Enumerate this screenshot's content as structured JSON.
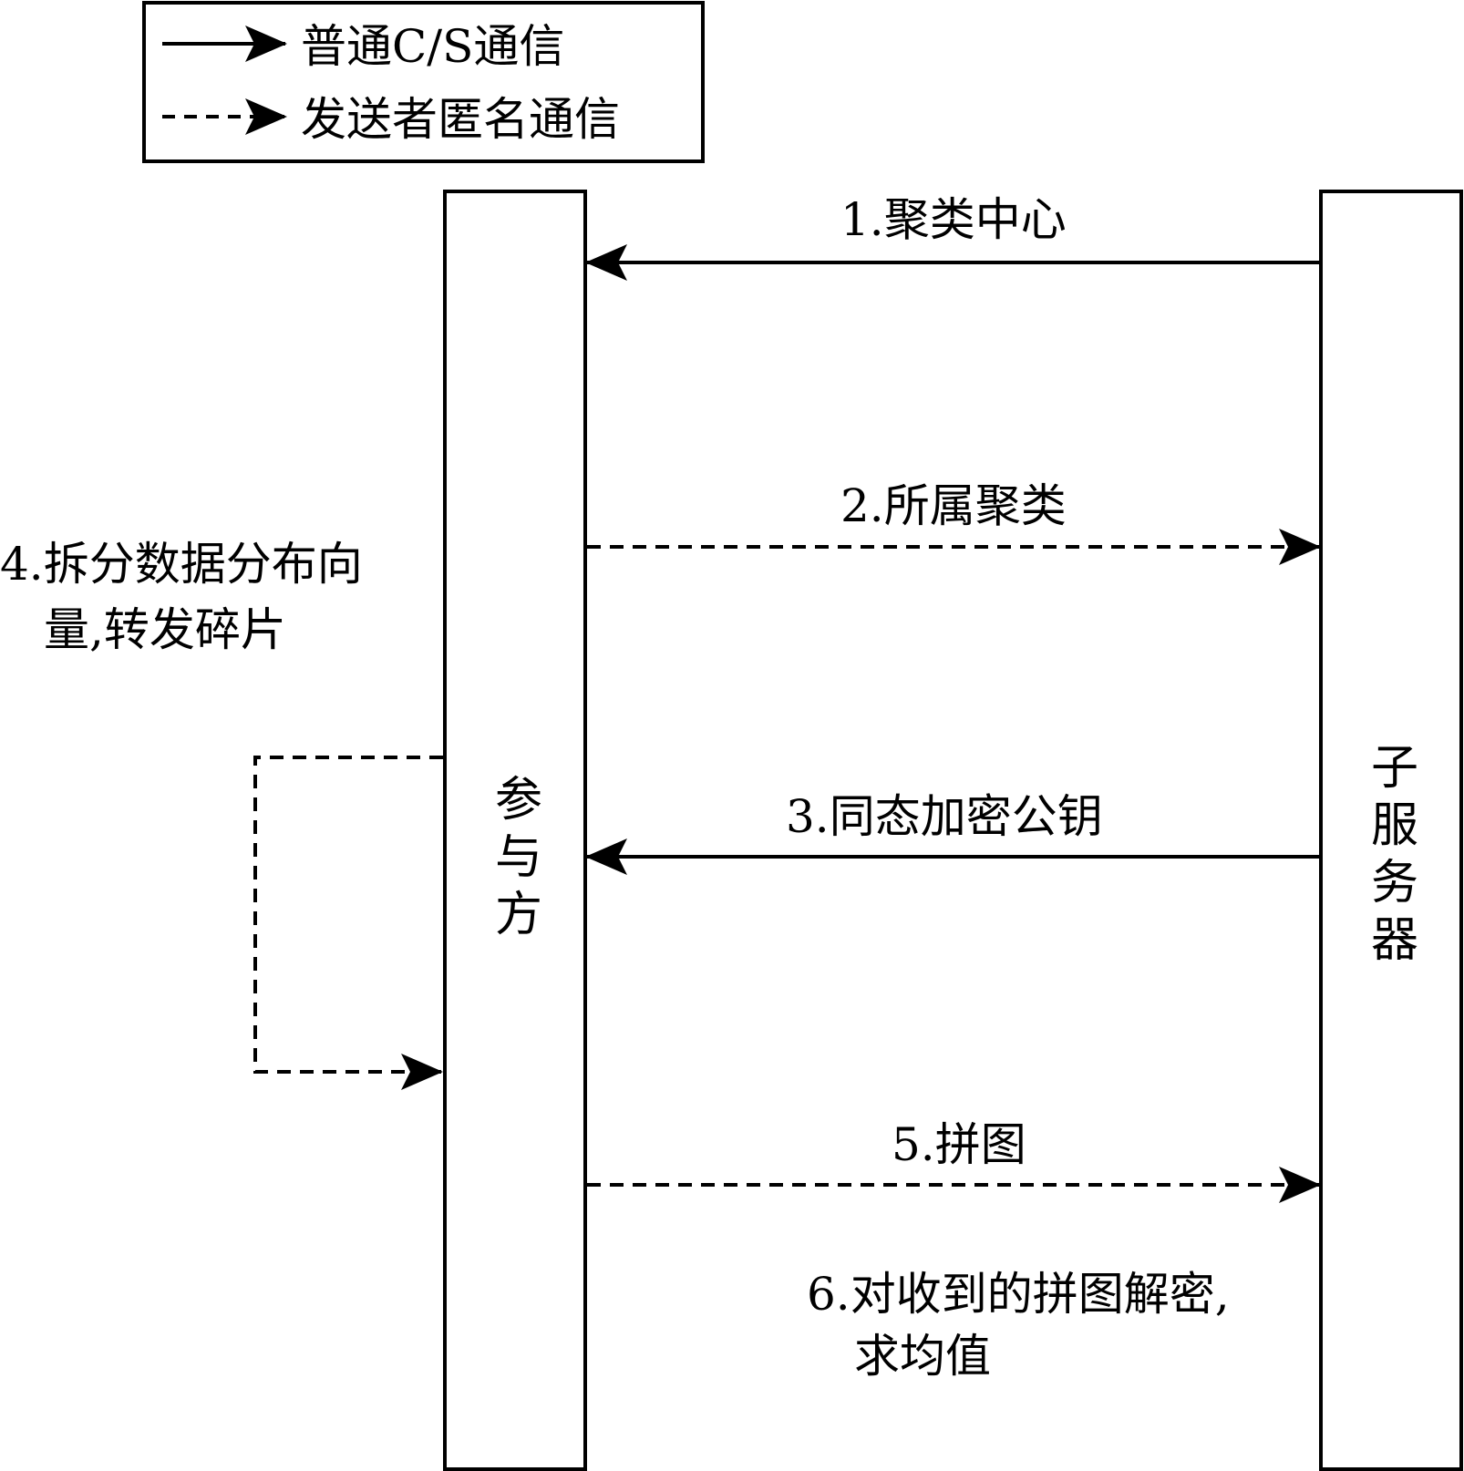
{
  "legend": {
    "solid_label": "普通C/S通信",
    "dashed_label": "发送者匿名通信"
  },
  "participant": {
    "name_chars": [
      "参",
      "与",
      "方"
    ]
  },
  "subserver": {
    "name_chars": [
      "子",
      "服",
      "务",
      "器"
    ]
  },
  "messages": {
    "m1": "1.聚类中心",
    "m2": "2.所属聚类",
    "m3": "3.同态加密公钥",
    "m4_line1": "4.拆分数据分布向",
    "m4_line2": "量,转发碎片",
    "m5": "5.拼图",
    "m6_line1": "6.对收到的拼图解密,",
    "m6_line2": "求均值"
  },
  "colors": {
    "stroke": "#000000",
    "background": "#ffffff"
  }
}
